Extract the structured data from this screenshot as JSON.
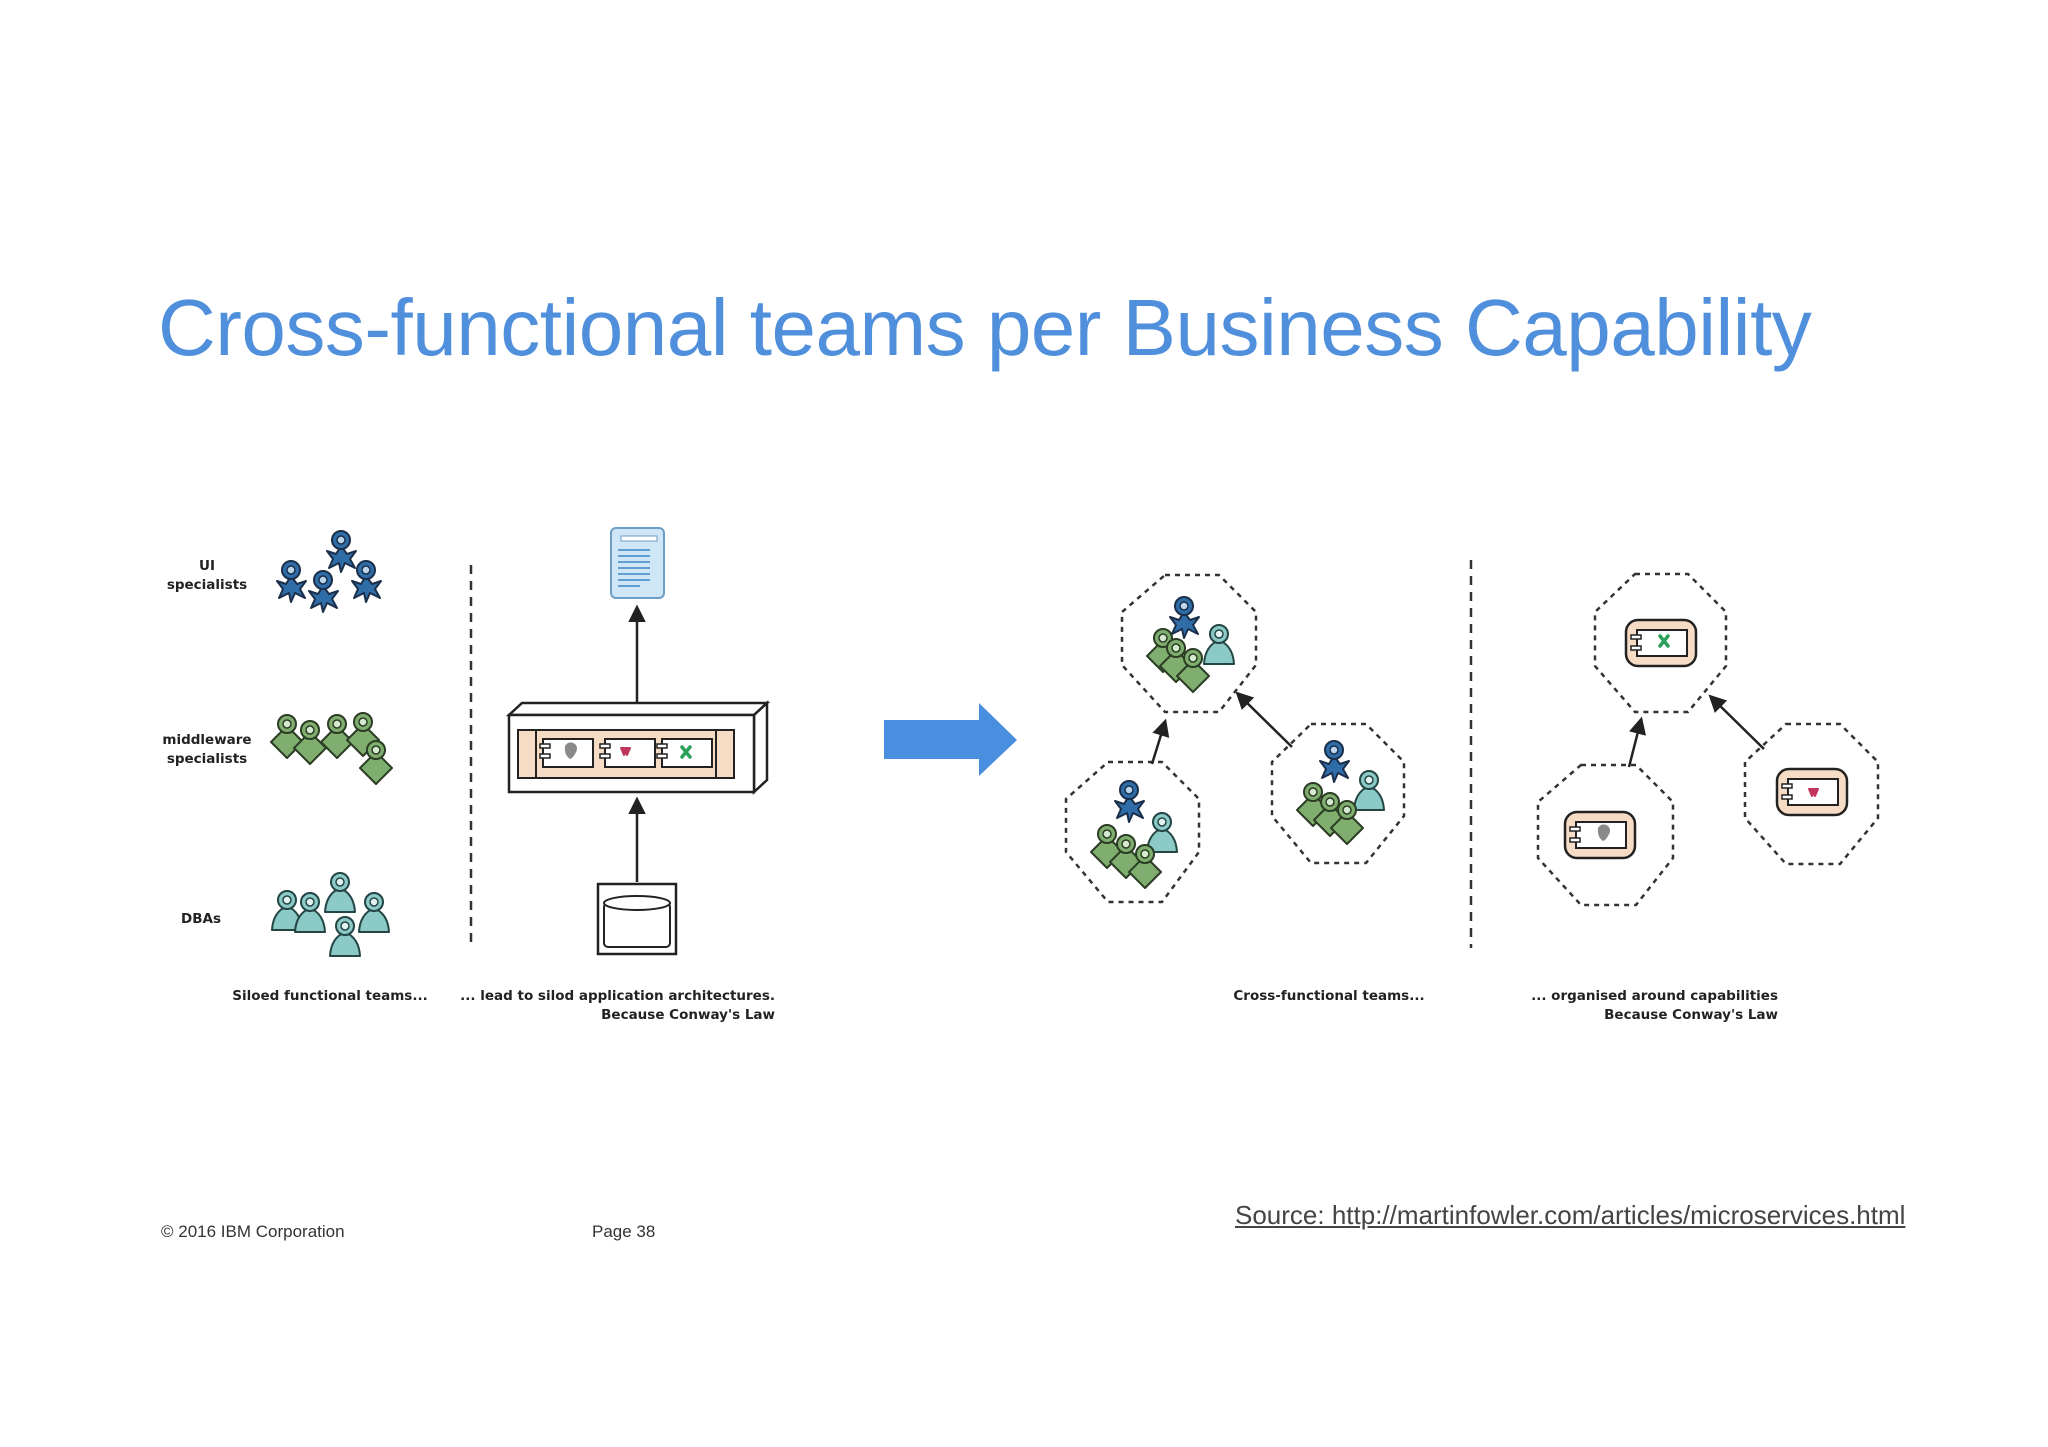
{
  "slide": {
    "title": "Cross-functional teams per Business Capability",
    "footer_copyright": "© 2016 IBM Corporation",
    "footer_page": "Page 38",
    "source": "Source: http://martinfowler.com/articles/microservices.html"
  },
  "left_panel": {
    "row_labels": {
      "ui_line1": "UI",
      "ui_line2": "specialists",
      "mw_line1": "middleware",
      "mw_line2": "specialists",
      "dba": "DBAs"
    },
    "caption_teams": "Siloed functional teams...",
    "caption_arch_line1": "... lead to silod application architectures.",
    "caption_arch_line2": "Because Conway's Law"
  },
  "right_panel": {
    "caption_teams": "Cross-functional teams...",
    "caption_caps_line1": "... organised around capabilities",
    "caption_caps_line2": "Because Conway's Law"
  },
  "colors": {
    "title": "#4f8fdb",
    "arrow": "#4a8ee0",
    "ui_blue": "#2f6da8",
    "middleware_green": "#7fae6e",
    "dba_teal": "#8ccac7",
    "component_fill": "#f6dcc4"
  },
  "icons": [
    "ui-specialist-icon",
    "middleware-specialist-icon",
    "dba-icon",
    "document-icon",
    "database-icon",
    "monolith-icon",
    "service-component-icon",
    "transform-arrow-icon"
  ]
}
